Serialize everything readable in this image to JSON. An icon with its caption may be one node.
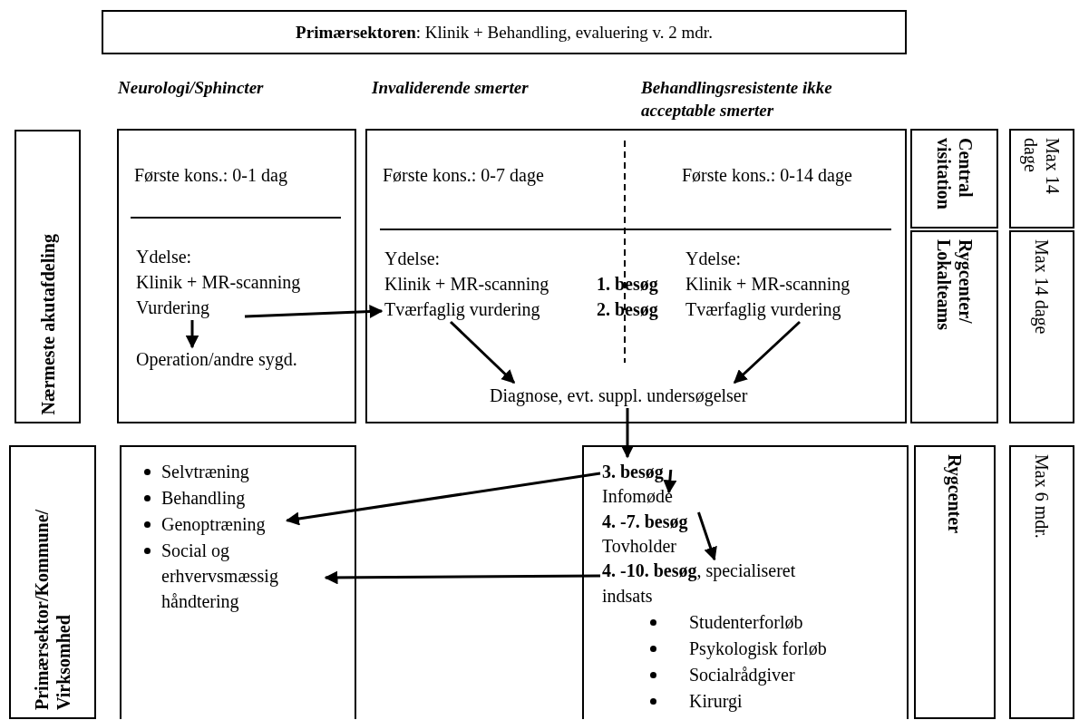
{
  "diagram": {
    "nodes": [
      {
        "text": [
          "**Primærsektoren**: Klinik + Behandling, evaluering v. 2 mdr."
        ]
      },
      {
        "text": [
          "Nærmeste akutafdeling"
        ]
      },
      {
        "text": [
          "Første kons.: 0-1 dag"
        ]
      },
      {
        "text": [
          "Ydelse:",
          "Klinik + MR-scanning Vurdering"
        ],
        "in": 2
      },
      {
        "text": [
          "Operation/andre sygd."
        ],
        "in": 2
      },
      {
        "text": [
          "Første kons.: 0-7 dage",
          "Første kons.: 0-14 dage"
        ]
      },
      {
        "text": [
          "Ydelse:",
          "Klinik + MR-scanning Tværfaglig vurdering"
        ],
        "in": 5
      },
      {
        "text": [
          "1. besøg"
        ],
        "in": 5
      },
      {
        "text": [
          "2. besøg"
        ],
        "in": 5
      },
      {
        "text": [
          "Ydelse:",
          "Klinik + MR-scanning Tværfaglig vurdering"
        ],
        "in": 5
      },
      {
        "text": [
          "Diagnose, evt. suppl. undersøgelser"
        ],
        "in": 5
      },
      {
        "text": [
          "Central visitation"
        ]
      },
      {
        "text": [
          "Max 14 dage"
        ]
      },
      {
        "text": [
          "Rygcenter/ Lokalteams"
        ]
      },
      {
        "text": [
          "Max 14 dage"
        ]
      },
      {
        "text": [
          "Primærsektor/Kommune/ Virksomhed"
        ]
      },
      {
        "text": [],
        "shape": "box"
      },
      {
        "text": [
          "Selvtræning"
        ],
        "in": 16
      },
      {
        "text": [
          "Behandling"
        ],
        "in": 16
      },
      {
        "text": [
          "Genoptræning"
        ],
        "in": 16
      },
      {
        "text": [
          "Social og erhvervsmæssig håndtering"
        ],
        "in": 16
      },
      {
        "text": [],
        "shape": "box"
      },
      {
        "text": [
          "3. besøg"
        ],
        "in": 21
      },
      {
        "text": [
          "Infomøde"
        ],
        "in": 21
      },
      {
        "text": [
          "4. -7. besøg"
        ],
        "in": 21
      },
      {
        "text": [
          "Tovholder"
        ],
        "in": 21
      },
      {
        "text": [
          "**4. -10. besøg**, specialiseret indsats"
        ],
        "in": 21
      },
      {
        "text": [
          "Studenterforløb"
        ],
        "in": 21
      },
      {
        "text": [
          "Psykologisk forløb"
        ],
        "in": 21
      },
      {
        "text": [
          "Socialrådgiver"
        ],
        "in": 21
      },
      {
        "text": [
          "Kirurgi"
        ],
        "in": 21
      },
      {
        "text": [
          "Rygcenter"
        ]
      },
      {
        "text": [
          "Max 6 mdr."
        ]
      }
    ],
    "edges": [
      {
        "from": 3,
        "to": 4,
        "arrow": "to"
      },
      {
        "from": 3,
        "to": 6,
        "arrow": "to"
      },
      {
        "from": 6,
        "to": 10,
        "arrow": "to"
      },
      {
        "from": 9,
        "to": 10,
        "arrow": "to"
      },
      {
        "from": 10,
        "to": 22,
        "arrow": "to"
      },
      {
        "from": 22,
        "to": 19,
        "arrow": "to"
      },
      {
        "from": 26,
        "to": 20,
        "arrow": "to"
      },
      {
        "from": 22,
        "to": 23,
        "arrow": "to"
      },
      {
        "from": 24,
        "to": 26,
        "arrow": "to"
      }
    ],
    "labels": [
      "Neurologi/Sphincter",
      "Invaliderende smerter",
      "Behandlingsresistente ikke acceptable smerter"
    ]
  }
}
